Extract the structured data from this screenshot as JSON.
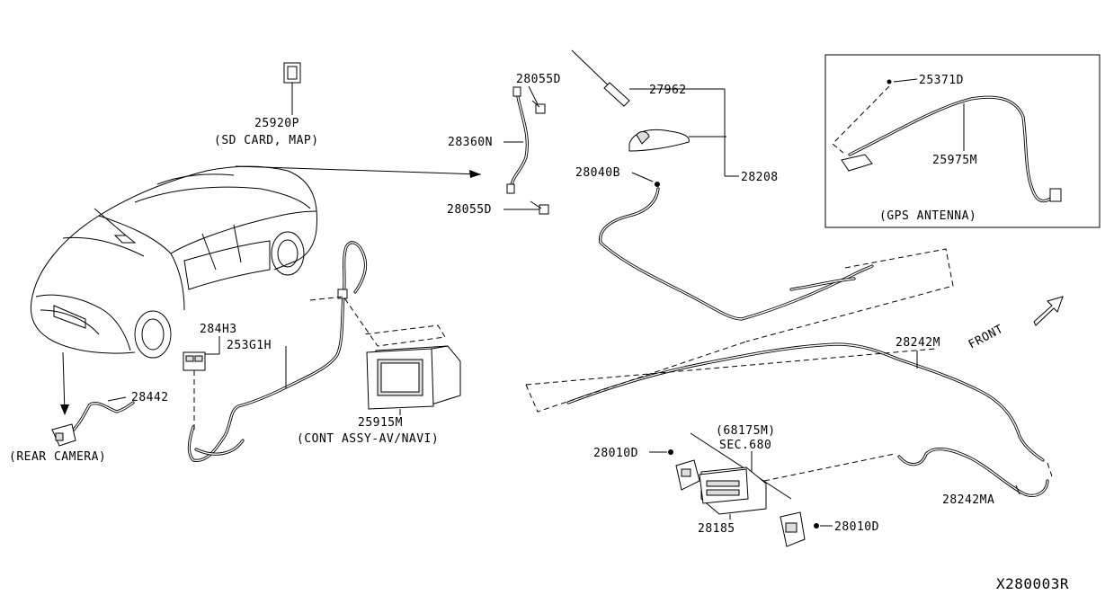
{
  "diagram_id": "X280003R",
  "labels": {
    "p25920P": "25920P",
    "sd_card": "(SD CARD, MAP)",
    "p28055D_top": "28055D",
    "p27962": "27962",
    "p28360N": "28360N",
    "p28040B": "28040B",
    "p28208": "28208",
    "p28055D_bot": "28055D",
    "p25371D": "25371D",
    "p25975M": "25975M",
    "gps": "(GPS ANTENNA)",
    "p284H3": "284H3",
    "p25361H": "253G1H",
    "p28442": "28442",
    "rear_camera": "(REAR CAMERA)",
    "p25915M": "25915M",
    "cont_assy": "(CONT ASSY-AV/NAVI)",
    "p28242M": "28242M",
    "front": "FRONT",
    "p68175M": "(68175M)",
    "sec680": "SEC.680",
    "p28010D_left": "28010D",
    "p28185": "28185",
    "p28010D_right": "28010D",
    "p28242MA": "28242MA"
  }
}
